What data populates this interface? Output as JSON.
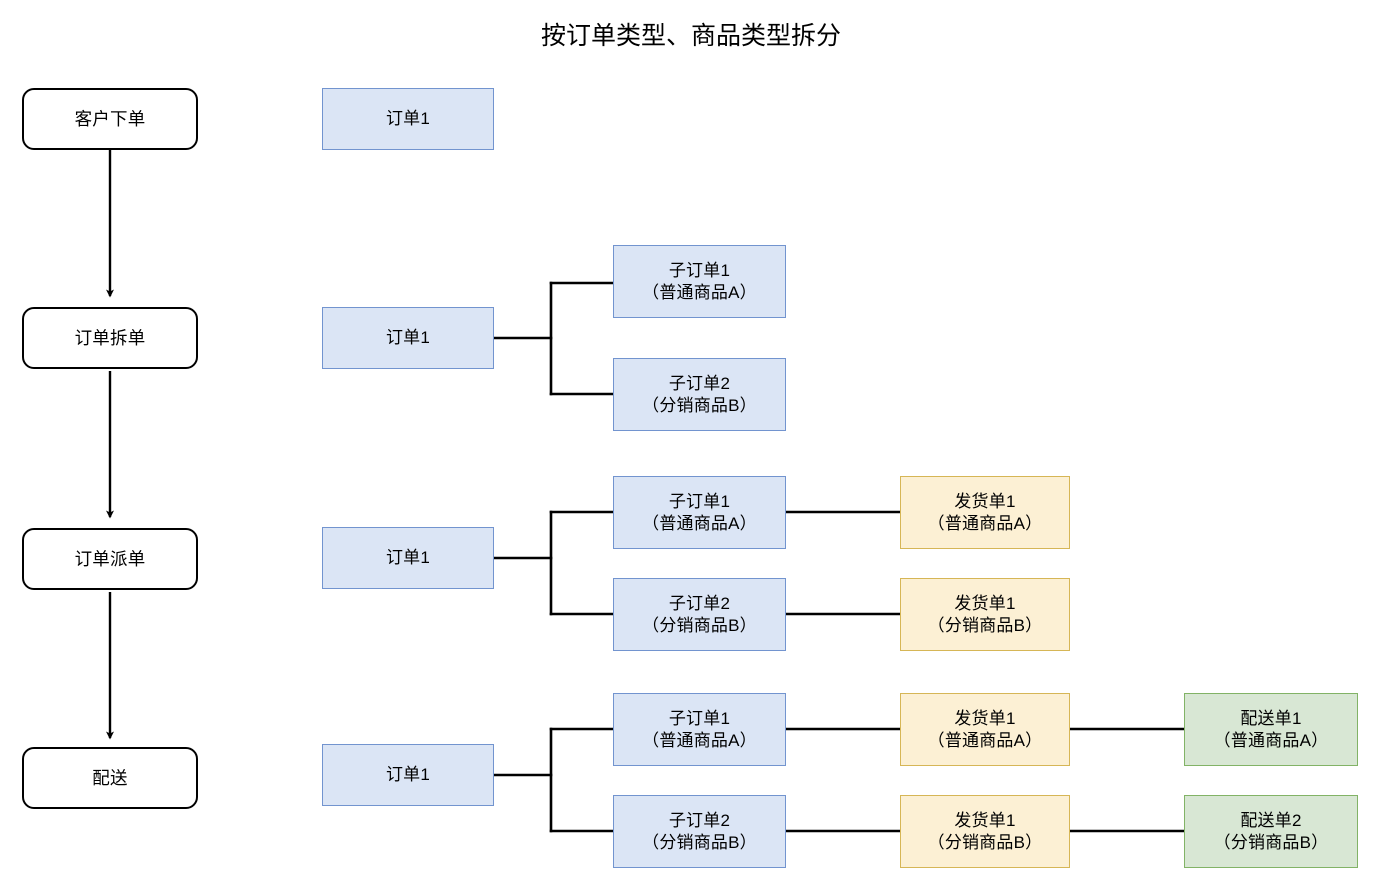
{
  "title": "按订单类型、商品类型拆分",
  "colors": {
    "order_fill": "#dbe5f5",
    "order_stroke": "#7294cf",
    "shipment_fill": "#fcf0d4",
    "shipment_stroke": "#d6b656",
    "delivery_fill": "#d8e7d4",
    "delivery_stroke": "#82b366",
    "stage_stroke": "#000000",
    "connector": "#000000"
  },
  "stages": [
    {
      "label": "客户下单"
    },
    {
      "label": "订单拆单"
    },
    {
      "label": "订单派单"
    },
    {
      "label": "配送"
    }
  ],
  "rows": [
    {
      "stage": "客户下单",
      "order": {
        "line1": "订单1",
        "line2": ""
      },
      "sub_orders": [],
      "shipments": [],
      "deliveries": []
    },
    {
      "stage": "订单拆单",
      "order": {
        "line1": "订单1",
        "line2": ""
      },
      "sub_orders": [
        {
          "line1": "子订单1",
          "line2": "（普通商品A）"
        },
        {
          "line1": "子订单2",
          "line2": "（分销商品B）"
        }
      ],
      "shipments": [],
      "deliveries": []
    },
    {
      "stage": "订单派单",
      "order": {
        "line1": "订单1",
        "line2": ""
      },
      "sub_orders": [
        {
          "line1": "子订单1",
          "line2": "（普通商品A）"
        },
        {
          "line1": "子订单2",
          "line2": "（分销商品B）"
        }
      ],
      "shipments": [
        {
          "line1": "发货单1",
          "line2": "（普通商品A）"
        },
        {
          "line1": "发货单1",
          "line2": "（分销商品B）"
        }
      ],
      "deliveries": []
    },
    {
      "stage": "配送",
      "order": {
        "line1": "订单1",
        "line2": ""
      },
      "sub_orders": [
        {
          "line1": "子订单1",
          "line2": "（普通商品A）"
        },
        {
          "line1": "子订单2",
          "line2": "（分销商品B）"
        }
      ],
      "shipments": [
        {
          "line1": "发货单1",
          "line2": "（普通商品A）"
        },
        {
          "line1": "发货单1",
          "line2": "（分销商品B）"
        }
      ],
      "deliveries": [
        {
          "line1": "配送单1",
          "line2": "（普通商品A）"
        },
        {
          "line1": "配送单2",
          "line2": "（分销商品B）"
        }
      ]
    }
  ]
}
